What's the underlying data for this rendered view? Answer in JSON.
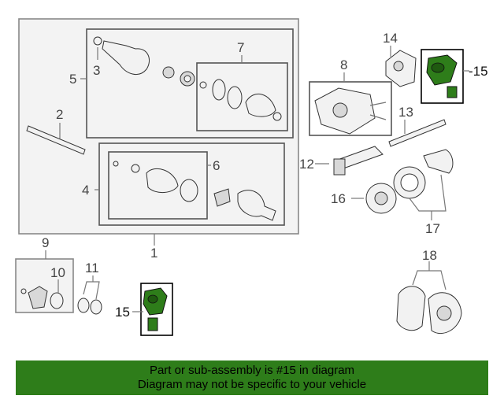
{
  "callouts": {
    "c1": "1",
    "c2": "2",
    "c3": "3",
    "c4": "4",
    "c5": "5",
    "c6": "6",
    "c7": "7",
    "c8": "8",
    "c9": "9",
    "c10": "10",
    "c11": "11",
    "c12": "12",
    "c13": "13",
    "c14": "14",
    "c15_top": "-15",
    "c15_bottom": "15",
    "c16": "16",
    "c17": "17",
    "c18": "18"
  },
  "highlight_color": "#2e7d1a",
  "banner": {
    "line1": "Part or sub-assembly is #15 in diagram",
    "line2": "Diagram may not be specific to your vehicle"
  }
}
